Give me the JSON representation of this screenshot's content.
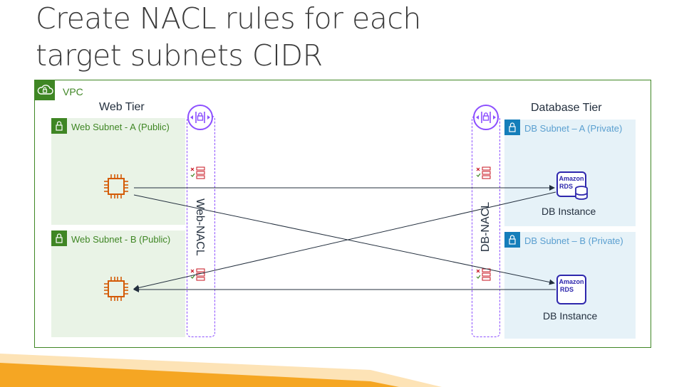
{
  "title": {
    "line1": "Create NACL rules for each",
    "line2": "target subnets CIDR"
  },
  "vpc": {
    "label": "VPC",
    "icon": "cloud-lock-icon",
    "color": "#3f8624"
  },
  "web_tier": {
    "label": "Web Tier",
    "subnet_a": "Web Subnet - A (Public)",
    "subnet_b": "Web Subnet - B (Public)",
    "nacl_label": "Web-NACL"
  },
  "db_tier": {
    "label": "Database Tier",
    "subnet_a": "DB Subnet – A (Private)",
    "subnet_b": "DB Subnet – B (Private)",
    "nacl_label": "DB-NACL",
    "instance_a_label": "DB Instance",
    "instance_b_label": "DB Instance",
    "rds_icon_text_1": "Amazon",
    "rds_icon_text_2": "RDS"
  },
  "colors": {
    "public_subnet": "#3f8624",
    "private_subnet": "#147eba",
    "nacl_border": "#8c4fff",
    "ec2": "#d45b07",
    "rds": "#2e27ad",
    "footer": "#f5a623"
  }
}
